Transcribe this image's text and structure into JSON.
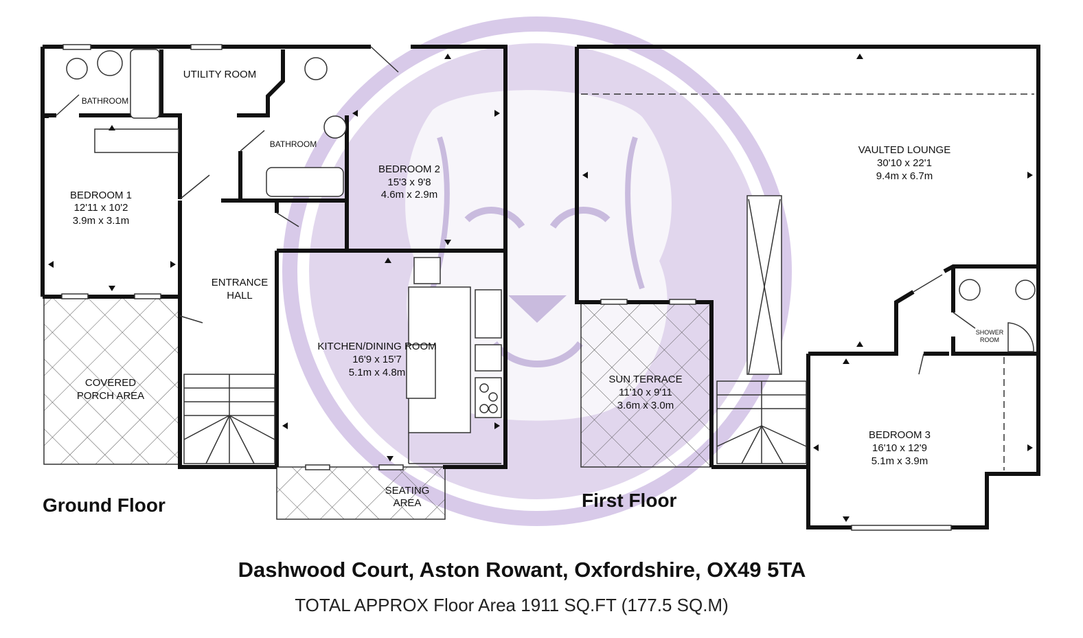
{
  "floors": {
    "ground": "Ground Floor",
    "first": "First Floor"
  },
  "rooms": {
    "bathroom_1": {
      "name": "BATHROOM"
    },
    "utility": {
      "name": "UTILITY ROOM"
    },
    "bathroom_2": {
      "name": "BATHROOM"
    },
    "bedroom_1": {
      "name": "BEDROOM 1",
      "imperial": "12'11 x 10'2",
      "metric": "3.9m x 3.1m"
    },
    "bedroom_2": {
      "name": "BEDROOM 2",
      "imperial": "15'3 x 9'8",
      "metric": "4.6m x 2.9m"
    },
    "entrance_hall": {
      "name_line1": "ENTRANCE",
      "name_line2": "HALL"
    },
    "kitchen": {
      "name": "KITCHEN/DINING ROOM",
      "imperial": "16'9 x 15'7",
      "metric": "5.1m x 4.8m"
    },
    "porch": {
      "name_line1": "COVERED",
      "name_line2": "PORCH AREA"
    },
    "seating": {
      "name_line1": "SEATING",
      "name_line2": "AREA"
    },
    "vaulted_lounge": {
      "name": "VAULTED LOUNGE",
      "imperial": "30'10 x 22'1",
      "metric": "9.4m x 6.7m"
    },
    "sun_terrace": {
      "name": "SUN TERRACE",
      "imperial": "11'10 x 9'11",
      "metric": "3.6m x 3.0m"
    },
    "shower_room": {
      "name_line1": "SHOWER",
      "name_line2": "ROOM"
    },
    "bedroom_3": {
      "name": "BEDROOM 3",
      "imperial": "16'10 x 12'9",
      "metric": "5.1m x 3.9m"
    }
  },
  "address": "Dashwood Court, Aston Rowant, Oxfordshire, OX49 5TA",
  "total_area": "TOTAL APPROX Floor Area 1911 SQ.FT (177.5 SQ.M)",
  "colors": {
    "wall": "#111111",
    "watermark": "#c9b6e0",
    "hatch": "#555555"
  },
  "watermark": {
    "icon": "lion-head-icon"
  }
}
